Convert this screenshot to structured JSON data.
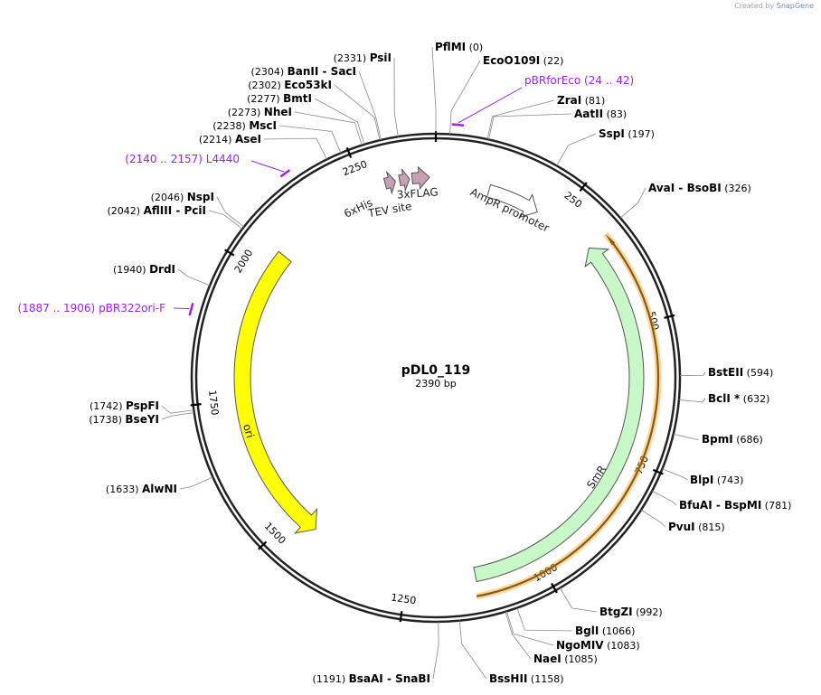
{
  "credit": {
    "prefix": "Created by",
    "brand": "SnapGene"
  },
  "plasmid": {
    "name": "pDL0_119",
    "length_label": "2390 bp",
    "length": 2390
  },
  "ticks": [
    {
      "pos": 250,
      "label": "250"
    },
    {
      "pos": 500,
      "label": "500"
    },
    {
      "pos": 750,
      "label": "750"
    },
    {
      "pos": 1000,
      "label": "1000"
    },
    {
      "pos": 1250,
      "label": "1250"
    },
    {
      "pos": 1500,
      "label": "1500"
    },
    {
      "pos": 1750,
      "label": "1750"
    },
    {
      "pos": 2000,
      "label": "2000"
    },
    {
      "pos": 2250,
      "label": "2250"
    }
  ],
  "features": [
    {
      "name": "AmpR promoter",
      "start": 105,
      "end": 209,
      "dir": 1,
      "color": "#ffffff",
      "stroke": "#555555",
      "width": 14
    },
    {
      "name": "SmR",
      "start": 330,
      "end": 1120,
      "dir": -1,
      "color": "#c8f7c8",
      "stroke": "#555555",
      "width": 16
    },
    {
      "name": "ori",
      "start": 1450,
      "end": 2050,
      "dir": -1,
      "color": "#ffff00",
      "stroke": "#555555",
      "width": 18
    },
    {
      "name": "6xHis",
      "start": 2293,
      "end": 2313,
      "dir": 1,
      "color": "#c9a0b3",
      "stroke": "#555555",
      "width": 12
    },
    {
      "name": "TEV site",
      "start": 2321,
      "end": 2340,
      "dir": 1,
      "color": "#c9a0b3",
      "stroke": "#555555",
      "width": 12
    },
    {
      "name": "3xFLAG",
      "start": 2345,
      "end": 2378,
      "dir": 1,
      "color": "#c9a0b3",
      "stroke": "#555555",
      "width": 12
    }
  ],
  "orf": {
    "start": 330,
    "end": 1125,
    "dir": -1,
    "color": "#f5a623"
  },
  "primers": [
    {
      "name": "pBRforEco",
      "range": "(24 .. 42)",
      "start": 24,
      "end": 42
    },
    {
      "name": "L4440",
      "range": "(2140 .. 2157)",
      "start": 2140,
      "end": 2157
    },
    {
      "name": "pBR322ori-F",
      "range": "(1887 .. 1906)",
      "start": 1887,
      "end": 1906
    }
  ],
  "sites": [
    {
      "name": "PflMI",
      "pos": "(0)",
      "loc": 0
    },
    {
      "name": "EcoO109I",
      "pos": "(22)",
      "loc": 22
    },
    {
      "name": "ZraI",
      "pos": "(81)",
      "loc": 81
    },
    {
      "name": "AatII",
      "pos": "(83)",
      "loc": 83
    },
    {
      "name": "SspI",
      "pos": "(197)",
      "loc": 197
    },
    {
      "name": "AvaI  - BsoBI",
      "pos": "(326)",
      "loc": 326
    },
    {
      "name": "BstEII",
      "pos": "(594)",
      "loc": 594
    },
    {
      "name": "BclI *",
      "pos": "(632)",
      "loc": 632
    },
    {
      "name": "BpmI",
      "pos": "(686)",
      "loc": 686
    },
    {
      "name": "BlpI",
      "pos": "(743)",
      "loc": 743
    },
    {
      "name": "BfuAI  - BspMI",
      "pos": "(781)",
      "loc": 781
    },
    {
      "name": "PvuI",
      "pos": "(815)",
      "loc": 815
    },
    {
      "name": "BtgZI",
      "pos": "(992)",
      "loc": 992
    },
    {
      "name": "BglI",
      "pos": "(1066)",
      "loc": 1066
    },
    {
      "name": "NgoMIV",
      "pos": "(1083)",
      "loc": 1083
    },
    {
      "name": "NaeI",
      "pos": "(1085)",
      "loc": 1085
    },
    {
      "name": "BssHII",
      "pos": "(1158)",
      "loc": 1158
    },
    {
      "name": "BsaAI  - SnaBI",
      "pos": "(1191)",
      "loc": 1191
    },
    {
      "name": "AlwNI",
      "pos": "(1633)",
      "loc": 1633
    },
    {
      "name": "BseYI",
      "pos": "(1738)",
      "loc": 1738
    },
    {
      "name": "PspFI",
      "pos": "(1742)",
      "loc": 1742
    },
    {
      "name": "DrdI",
      "pos": "(1940)",
      "loc": 1940
    },
    {
      "name": "AflIII  - PciI",
      "pos": "(2042)",
      "loc": 2042
    },
    {
      "name": "NspI",
      "pos": "(2046)",
      "loc": 2046
    },
    {
      "name": "AseI",
      "pos": "(2214)",
      "loc": 2214
    },
    {
      "name": "MscI",
      "pos": "(2238)",
      "loc": 2238
    },
    {
      "name": "NheI",
      "pos": "(2273)",
      "loc": 2273
    },
    {
      "name": "BmtI",
      "pos": "(2277)",
      "loc": 2277
    },
    {
      "name": "Eco53kI",
      "pos": "(2302)",
      "loc": 2302
    },
    {
      "name": "BanII  - SacI",
      "pos": "(2304)",
      "loc": 2304
    },
    {
      "name": "PsiI",
      "pos": "(2331)",
      "loc": 2331
    }
  ]
}
